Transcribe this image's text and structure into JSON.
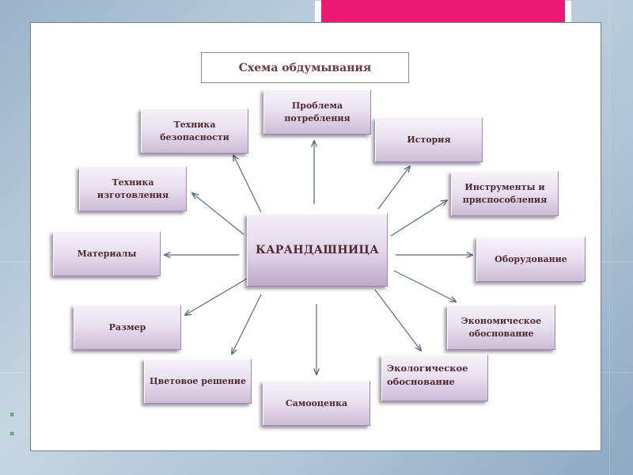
{
  "title": "Схема обдумывания",
  "center": "КАРАНДАШНИЦА",
  "nodes": {
    "problem": "Проблема\nпотребления",
    "safety": "Техника\nбезопасности",
    "history": "История",
    "manufacturing": "Техника\nизготовления",
    "tools": "Инструменты и\nприспособления",
    "materials": "Материалы",
    "equipment": "Оборудование",
    "size": "Размер",
    "economic": "Экономическое\nобоснование",
    "color": "Цветовое решение",
    "selfassessment": "Самооценка",
    "ecological": "Экологическое\nобоснование"
  },
  "colors": {
    "accent": "#ec1a74",
    "node_text": "#4e2a33",
    "arrow": "#5a6a82"
  }
}
